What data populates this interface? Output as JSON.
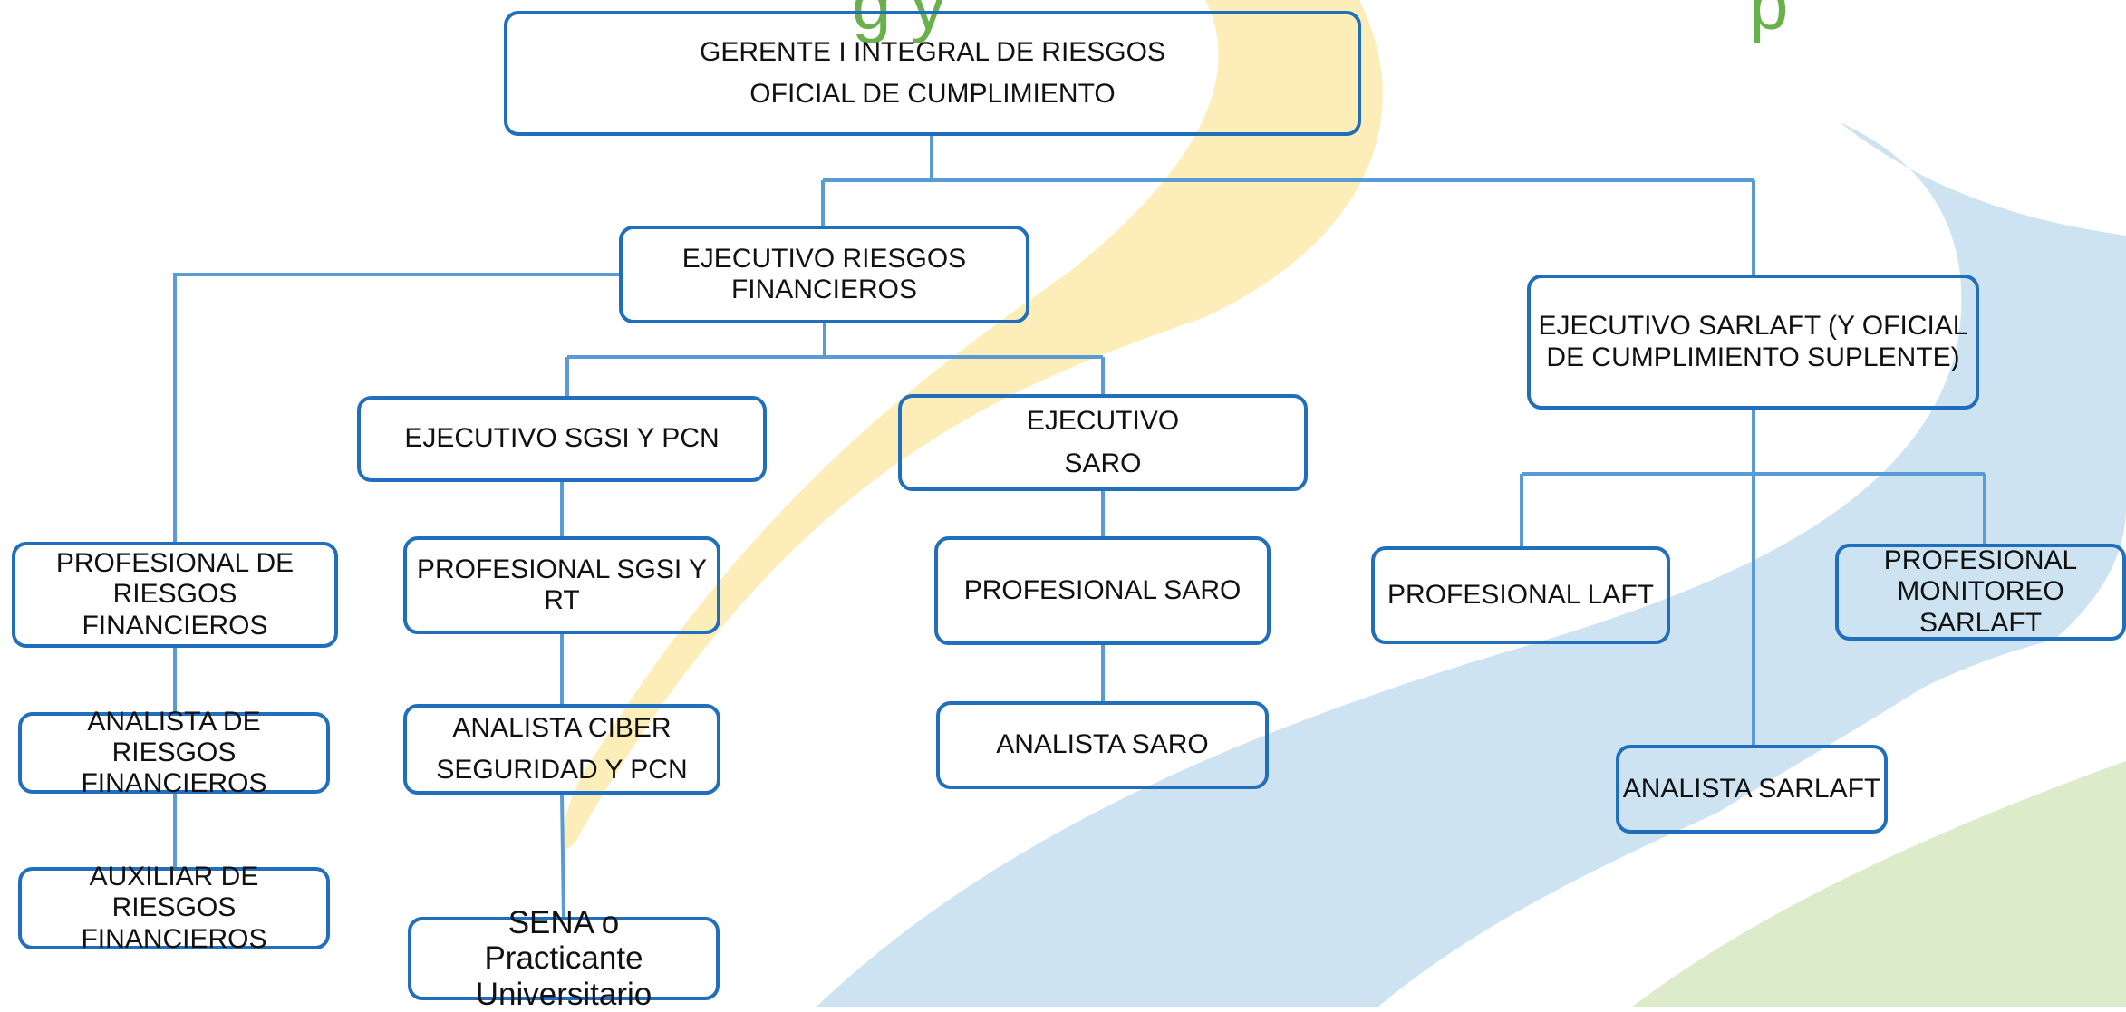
{
  "colors": {
    "connector": "#5b9bd5",
    "box_border": "#1f6fbd",
    "shape_yellow": "#fdeeb9",
    "shape_blue": "#cde3f2",
    "shape_green": "#dcebc9",
    "title_green": "#6ab04c"
  },
  "title_fragments": [
    "g y",
    "p"
  ],
  "nodes": {
    "gerente": [
      "GERENTE I INTEGRAL DE RIESGOS",
      "OFICIAL DE CUMPLIMIENTO"
    ],
    "ejecutivo_riesgos": [
      "EJECUTIVO RIESGOS",
      "FINANCIEROS"
    ],
    "ejecutivo_sarlaft": [
      "EJECUTIVO SARLAFT (Y OFICIAL",
      "DE CUMPLIMIENTO SUPLENTE)"
    ],
    "ejecutivo_sgsi": [
      "EJECUTIVO SGSI Y PCN"
    ],
    "ejecutivo_saro": [
      "EJECUTIVO",
      "SARO"
    ],
    "profesional_riesgos": [
      "PROFESIONAL DE",
      "RIESGOS",
      "FINANCIEROS"
    ],
    "profesional_sgsi": [
      "PROFESIONAL SGSI Y",
      "RT"
    ],
    "profesional_saro": [
      "PROFESIONAL SARO"
    ],
    "profesional_laft": [
      "PROFESIONAL LAFT"
    ],
    "profesional_monitoreo": [
      "PROFESIONAL",
      "MONITOREO",
      "SARLAFT"
    ],
    "analista_riesgos": [
      "ANALISTA DE",
      "RIESGOS",
      "FINANCIEROS"
    ],
    "analista_ciber": [
      "ANALISTA CIBER",
      "SEGURIDAD Y PCN"
    ],
    "analista_saro": [
      "ANALISTA SARO"
    ],
    "analista_sarlaft": [
      "ANALISTA SARLAFT"
    ],
    "auxiliar_riesgos": [
      "AUXILIAR DE",
      "RIESGOS",
      "FINANCIEROS"
    ],
    "sena": [
      "SENA o",
      "Practicante",
      "Universitario"
    ]
  }
}
